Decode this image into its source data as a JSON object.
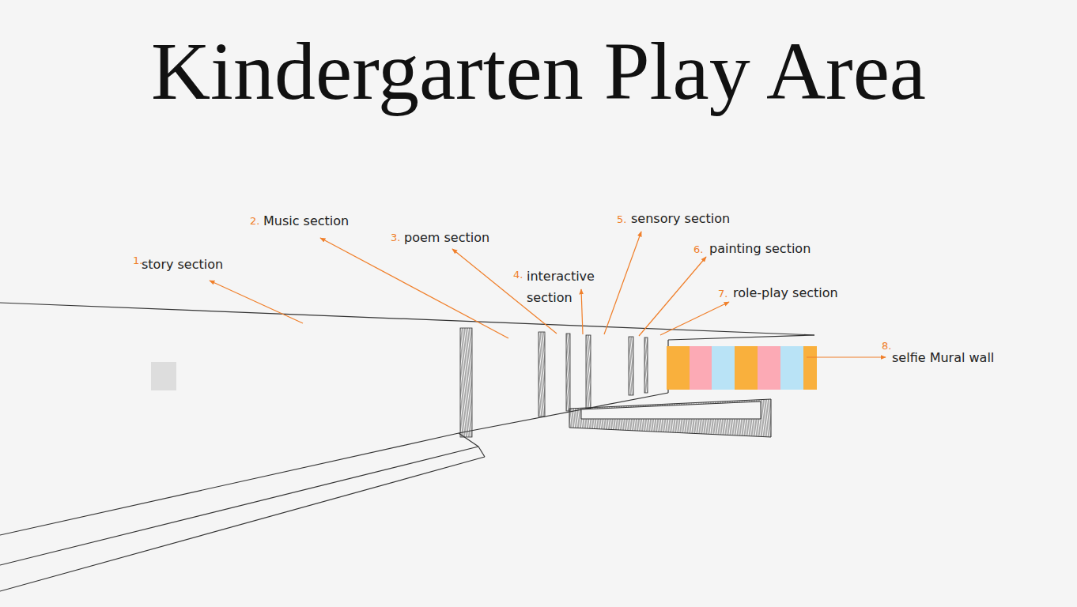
{
  "diagram": {
    "title": "Kindergarten Play Area",
    "labels": [
      "1.",
      "story section",
      "2.",
      "Music section",
      "3.",
      "poem section",
      "4.",
      "interactive section",
      "5.",
      "sensory section",
      "6.",
      "painting section",
      "7.",
      "role-play section",
      "8.",
      "selfie Mural wall"
    ]
  }
}
